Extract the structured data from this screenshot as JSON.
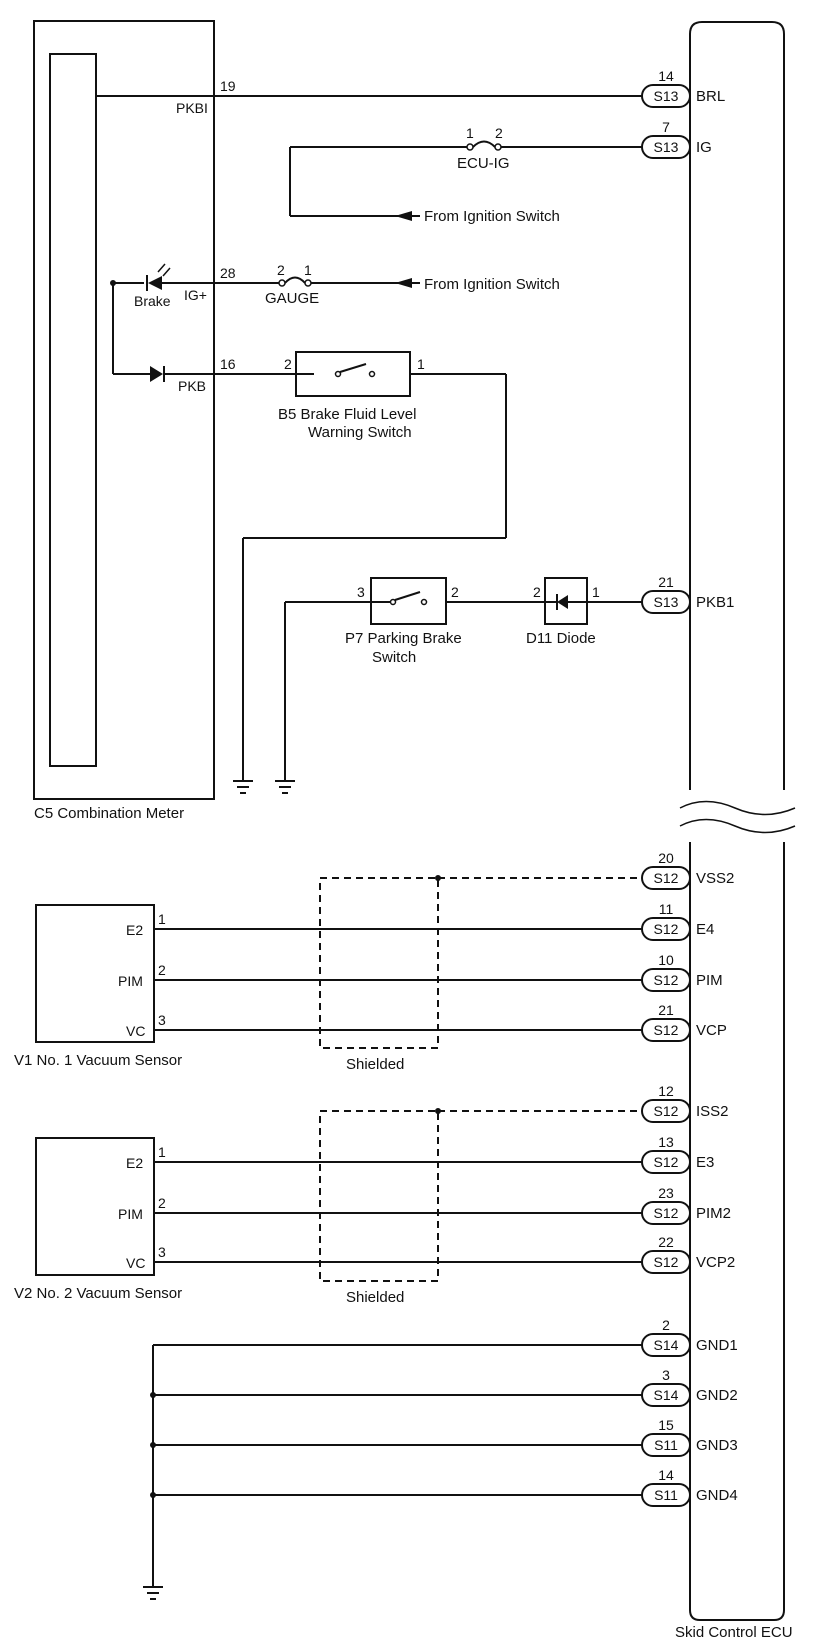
{
  "combination_meter": {
    "label": "C5  Combination Meter",
    "pins": {
      "pkbi": "PKBI",
      "igp": "IG+",
      "pkb": "PKB"
    },
    "pin_numbers": {
      "pkbi": "19",
      "igp": "28",
      "pkb": "16"
    },
    "brake_indicator_label": "Brake"
  },
  "skid_ecu": {
    "label": "Skid Control ECU",
    "connectors": [
      {
        "num": "14",
        "conn": "S13",
        "term": "BRL"
      },
      {
        "num": "7",
        "conn": "S13",
        "term": "IG"
      },
      {
        "num": "21",
        "conn": "S13",
        "term": "PKB1"
      },
      {
        "num": "20",
        "conn": "S12",
        "term": "VSS2"
      },
      {
        "num": "11",
        "conn": "S12",
        "term": "E4"
      },
      {
        "num": "10",
        "conn": "S12",
        "term": "PIM"
      },
      {
        "num": "21",
        "conn": "S12",
        "term": "VCP"
      },
      {
        "num": "12",
        "conn": "S12",
        "term": "ISS2"
      },
      {
        "num": "13",
        "conn": "S12",
        "term": "E3"
      },
      {
        "num": "23",
        "conn": "S12",
        "term": "PIM2"
      },
      {
        "num": "22",
        "conn": "S12",
        "term": "VCP2"
      },
      {
        "num": "2",
        "conn": "S14",
        "term": "GND1"
      },
      {
        "num": "3",
        "conn": "S14",
        "term": "GND2"
      },
      {
        "num": "15",
        "conn": "S11",
        "term": "GND3"
      },
      {
        "num": "14",
        "conn": "S11",
        "term": "GND4"
      }
    ]
  },
  "fuse_ecu_ig": {
    "label": "ECU-IG",
    "pin_a": "1",
    "pin_b": "2"
  },
  "fuse_gauge": {
    "label": "GAUGE",
    "pin_a": "2",
    "pin_b": "1"
  },
  "from_ignition_1": "From Ignition Switch",
  "from_ignition_2": "From Ignition Switch",
  "brake_fluid_switch": {
    "line1": "B5  Brake Fluid Level",
    "line2": "Warning Switch",
    "pin_a": "2",
    "pin_b": "1"
  },
  "parking_brake_switch": {
    "line1": "P7  Parking Brake",
    "line2": "Switch",
    "pin_a": "3",
    "pin_b": "2"
  },
  "diode": {
    "label": "D11  Diode",
    "pin_a": "2",
    "pin_b": "1"
  },
  "vacuum_sensor_1": {
    "label": "V1   No. 1 Vacuum Sensor",
    "pins": [
      "E2",
      "PIM",
      "VC"
    ],
    "pin_numbers": [
      "1",
      "2",
      "3"
    ]
  },
  "vacuum_sensor_2": {
    "label": "V2   No. 2 Vacuum Sensor",
    "pins": [
      "E2",
      "PIM",
      "VC"
    ],
    "pin_numbers": [
      "1",
      "2",
      "3"
    ]
  },
  "shield_1_label": "Shielded",
  "shield_2_label": "Shielded"
}
